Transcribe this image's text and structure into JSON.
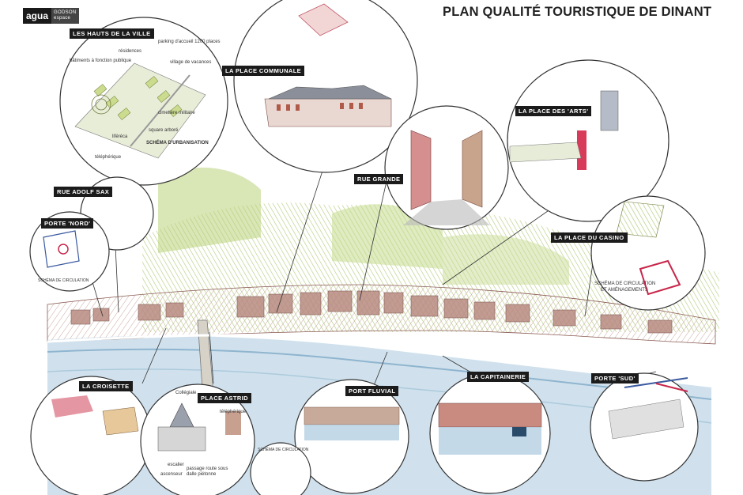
{
  "header": {
    "title": "PLAN QUALITÉ TOURISTIQUE DE DINANT",
    "logo_main": "agua",
    "logo_sub_1": "GODSON",
    "logo_sub_2": "espace"
  },
  "vignettes": {
    "hauts_ville": {
      "label": "LES HAUTS DE LA VILLE",
      "notes": [
        "parking d'accueil 1200 places",
        "résidences",
        "bâtiments à fonction publique",
        "village de vacances",
        "cimetière militaire",
        "square arboré",
        "liféréca",
        "téléphérique"
      ],
      "caption": "SCHÉMA D'URBANISATION"
    },
    "place_communale": {
      "label": "LA PLACE COMMUNALE"
    },
    "place_arts": {
      "label": "LA PLACE DES 'ARTS'"
    },
    "rue_grande": {
      "label": "RUE GRANDE"
    },
    "rue_adolf_sax": {
      "label": "RUE ADOLF SAX"
    },
    "porte_nord": {
      "label": "PORTE 'NORD'",
      "caption": "SCHÉMA DE CIRCULATION"
    },
    "place_casino": {
      "label": "LA PLACE DU CASINO",
      "caption_1": "SCHÉMA DE CIRCULATION",
      "caption_2": "ET AMÉNAGEMENTS"
    },
    "croisette": {
      "label": "LA CROISETTE"
    },
    "place_astrid": {
      "label": "PLACE ASTRID",
      "notes": [
        "Collégiale",
        "téléphérique",
        "escalier",
        "ascenseur",
        "passage route sous dalle piétonne"
      ]
    },
    "port_fluvial": {
      "label": "PORT FLUVIAL"
    },
    "capitainerie": {
      "label": "LA CAPITAINERIE"
    },
    "porte_sud": {
      "label": "PORTE 'SUD'"
    },
    "schema_small": {
      "caption": "SCHÉMA DE CIRCULATION"
    }
  },
  "colors": {
    "river": "#aac9de",
    "roof": "#8a5a52",
    "green": "#9fbe5a",
    "label_bg": "#1b1b1b",
    "accent": "#c8264a"
  }
}
